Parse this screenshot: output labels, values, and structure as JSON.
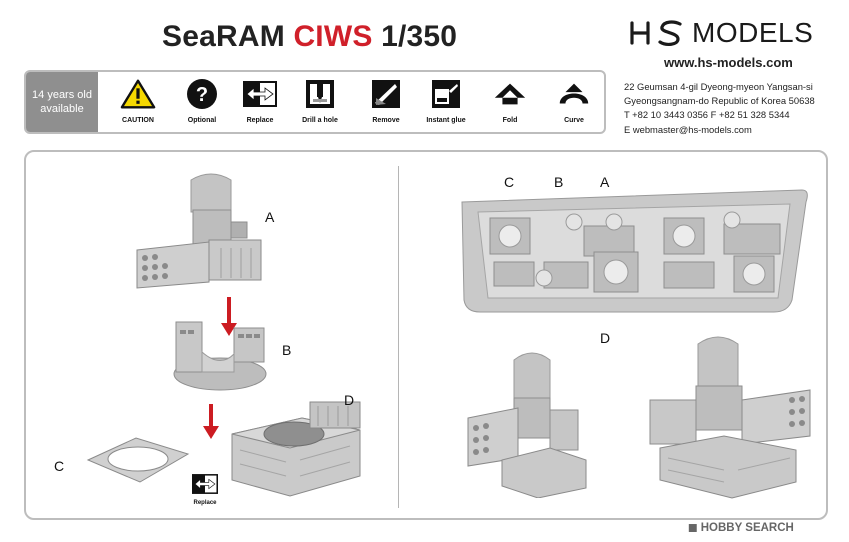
{
  "header": {
    "title_part1": "SeaRAM ",
    "title_part2": "CIWS",
    "title_part3": " 1/350",
    "brand_name": "MODELS",
    "website": "www.hs-models.com"
  },
  "legend": {
    "age_line1": "14 years old",
    "age_line2": "available",
    "items": [
      {
        "label": "CAUTION",
        "icon": "caution-triangle-icon"
      },
      {
        "label": "Optional",
        "icon": "question-circle-icon"
      },
      {
        "label": "Replace",
        "icon": "replace-arrows-icon"
      },
      {
        "label": "Drill a hole",
        "icon": "drill-icon"
      },
      {
        "label": "Remove",
        "icon": "remove-knife-icon"
      },
      {
        "label": "Instant glue",
        "icon": "glue-icon"
      },
      {
        "label": "Fold",
        "icon": "fold-arrow-icon"
      },
      {
        "label": "Curve",
        "icon": "curve-arrow-icon"
      }
    ]
  },
  "address": {
    "line1": "22 Geumsan 4-gil Dyeong-myeon Yangsan-si",
    "line2": "Gyeongsangnam-do Republic of Korea 50638",
    "line3": "T  +82 10 3443 0356     F  +82 51 328 5344",
    "line4": "E  webmaster@hs-models.com"
  },
  "assembly": {
    "label_a": "A",
    "label_b": "B",
    "label_c": "C",
    "label_d": "D",
    "replace_label": "Replace"
  },
  "sprue": {
    "label_c": "C",
    "label_b": "B",
    "label_a": "A",
    "label_d": "D"
  },
  "footer": {
    "watermark": "HOBBY SEARCH"
  },
  "colors": {
    "accent_red": "#d0202a",
    "legend_yellow": "#f5d800",
    "arrow_red": "#cc1c22",
    "panel_border": "#bdbdbd",
    "model_grey": "#b9b9b9"
  }
}
